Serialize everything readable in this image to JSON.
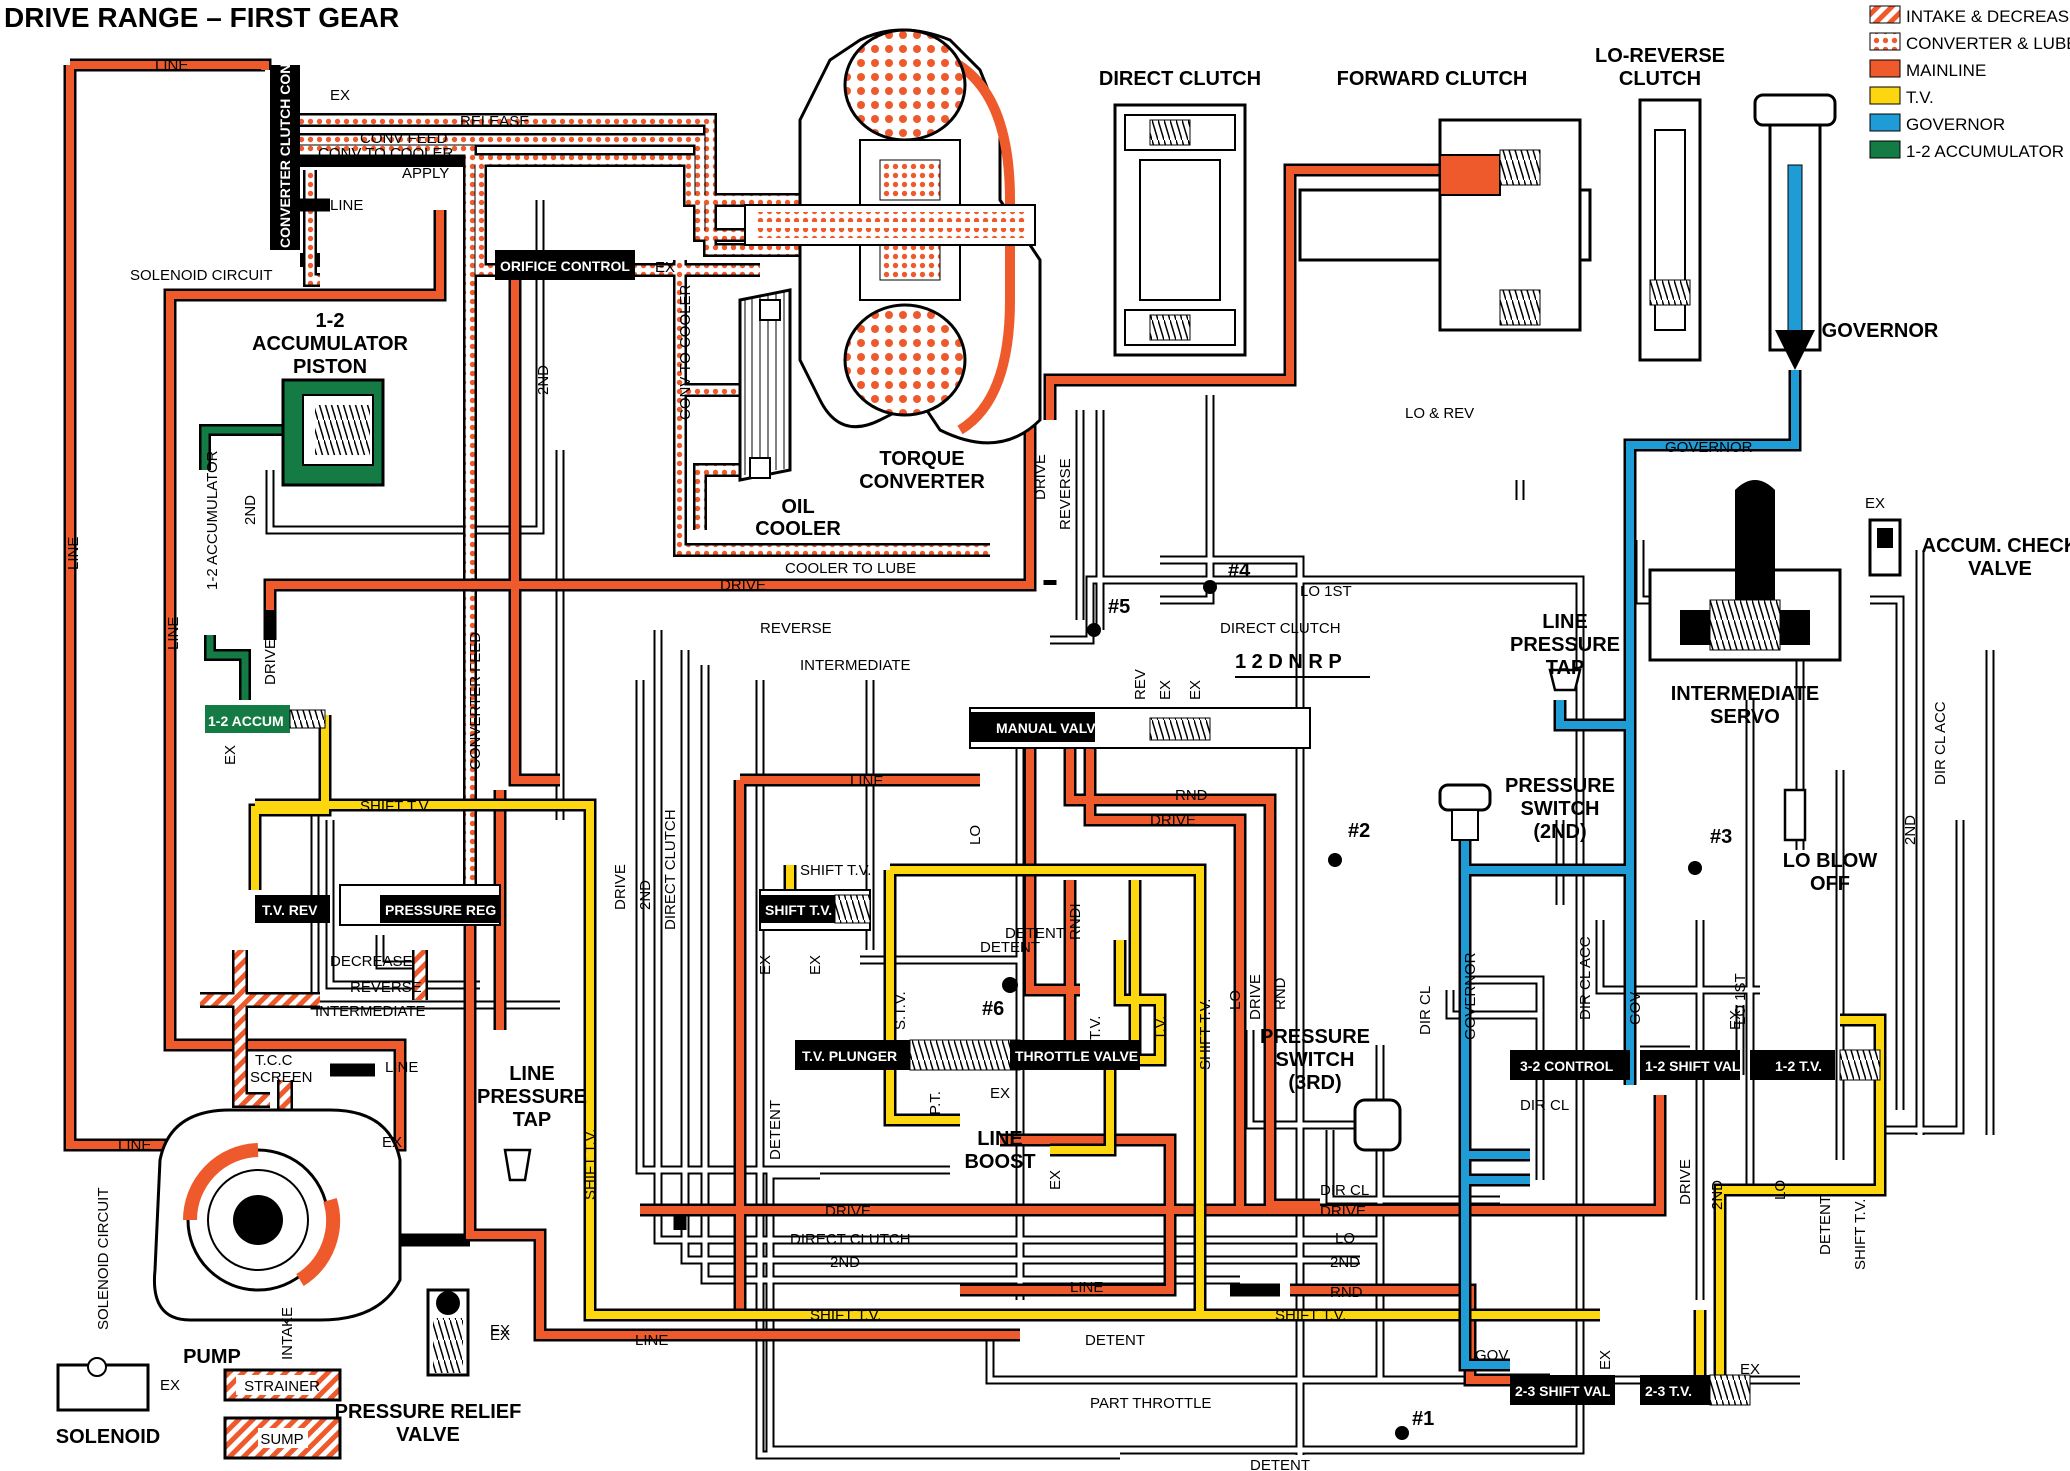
{
  "title": "DRIVE RANGE – FIRST GEAR",
  "legend": [
    {
      "label": "INTAKE & DECREASE",
      "pattern": "stripe",
      "color": "#ee5a2b"
    },
    {
      "label": "CONVERTER & LUBE",
      "pattern": "dots",
      "color": "#ee5a2b"
    },
    {
      "label": "MAINLINE",
      "pattern": "solid",
      "color": "#ee5a2b"
    },
    {
      "label": "T.V.",
      "pattern": "solid",
      "color": "#fcd60e"
    },
    {
      "label": "GOVERNOR",
      "pattern": "solid",
      "color": "#1f9bd6"
    },
    {
      "label": "1-2 ACCUMULATOR",
      "pattern": "solid",
      "color": "#157b44"
    }
  ],
  "colors": {
    "mainline": "#ee5a2b",
    "tv": "#fcd60e",
    "governor": "#1f9bd6",
    "accumulator": "#157b44",
    "exhaust": "#000000"
  },
  "headings": {
    "direct_clutch": "DIRECT CLUTCH",
    "forward_clutch": "FORWARD CLUTCH",
    "lo_reverse_1": "LO-REVERSE",
    "lo_reverse_2": "CLUTCH",
    "governor": "GOVERNOR",
    "accum_piston_1": "1-2",
    "accum_piston_2": "ACCUMULATOR",
    "accum_piston_3": "PISTON",
    "torque_1": "TORQUE",
    "torque_2": "CONVERTER",
    "cooler_1": "OIL",
    "cooler_2": "COOLER",
    "accum_check_1": "ACCUM. CHECK",
    "accum_check_2": "VALVE",
    "line_tap_r_1": "LINE",
    "line_tap_r_2": "PRESSURE",
    "line_tap_r_3": "TAP",
    "int_servo_1": "INTERMEDIATE",
    "int_servo_2": "SERVO",
    "pswitch2_1": "PRESSURE",
    "pswitch2_2": "SWITCH",
    "pswitch2_3": "(2ND)",
    "lo_blow_1": "LO BLOW",
    "lo_blow_2": "OFF",
    "pswitch3_1": "PRESSURE",
    "pswitch3_2": "SWITCH",
    "pswitch3_3": "(3RD)",
    "line_boost_1": "LINE",
    "line_boost_2": "BOOST",
    "line_tap_l_1": "LINE",
    "line_tap_l_2": "PRESSURE",
    "line_tap_l_3": "TAP",
    "pump": "PUMP",
    "solenoid": "SOLENOID",
    "relief_1": "PRESSURE RELIEF",
    "relief_2": "VALVE",
    "strainer": "STRAINER",
    "sump": "SUMP"
  },
  "valves": {
    "tcc": "CONVERTER CLUTCH CONTROL",
    "orifice": "ORIFICE CONTROL",
    "accum": "1-2 ACCUM",
    "tvrev": "T.V.  REV",
    "preg": "PRESSURE REG",
    "manual": "MANUAL VALVE",
    "shift_tv": "SHIFT T.V.",
    "tv_plunger": "T.V. PLUNGER",
    "throttle": "THROTTLE VALVE",
    "c32": "3-2 CONTROL",
    "s12": "1-2 SHIFT VAL",
    "tv12": "1-2 T.V.",
    "s23": "2-3 SHIFT VAL",
    "tv23": "2-3 T.V."
  },
  "gear_selector": "1  2  D  N  R  P",
  "checkballs": {
    "b1": "#1",
    "b2": "#2",
    "b3": "#3",
    "b4": "#4",
    "b5": "#5",
    "b6": "#6"
  },
  "labels": {
    "line_top": "LINE",
    "ex": "EX",
    "release": "RELEASE",
    "conv_feed": "CONV FEED",
    "conv_to_cooler": "CONV TO COOLER",
    "apply": "APPLY",
    "line_tcc": "LINE",
    "solenoid_circuit": "SOLENOID CIRCUIT",
    "lo_rev": "LO & REV",
    "governor_line": "GOVERNOR",
    "cooler_to_lube": "COOLER TO LUBE",
    "drive": "DRIVE",
    "lo_1st": "LO 1ST",
    "reverse": "REVERSE",
    "direct_clutch": "DIRECT CLUTCH",
    "intermediate": "INTERMEDIATE",
    "line": "LINE",
    "rnd": "RND",
    "shift_tv": "SHIFT T.V.",
    "detent": "DETENT",
    "decrease": "DECREASE",
    "tcc_screen_1": "T.C.C",
    "tcc_screen_2": "SCREEN",
    "dir_cl": "DIR CL",
    "lo": "LO",
    "second": "2ND",
    "part_throttle": "PART THROTTLE",
    "gov": "GOV",
    "intake": "INTAKE",
    "rev": "REV",
    "stv": "S.T.V.",
    "tv": "T.V.",
    "pt": "P.T.",
    "rndi": "RNDI",
    "converter_feed": "CONVERTER FEED",
    "accum_12": "1-2 ACCUMULATOR",
    "dir_cl_acc": "DIR CL ACC"
  }
}
